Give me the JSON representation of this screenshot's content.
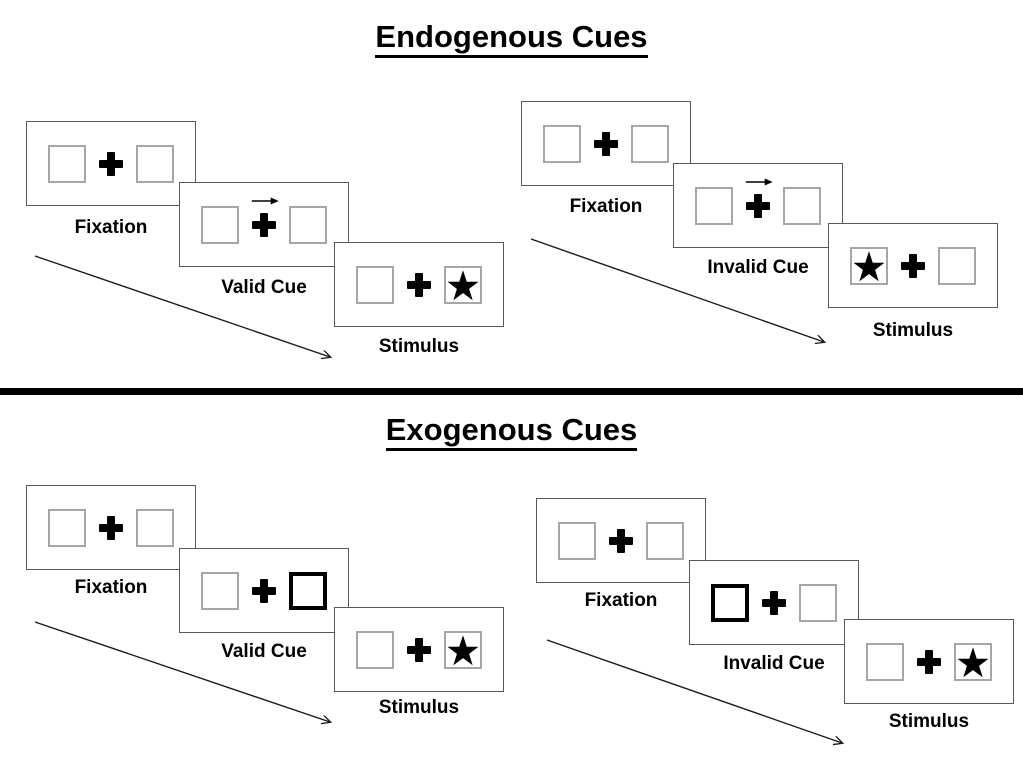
{
  "sections": [
    {
      "title": "Endogenous Cues",
      "groups": [
        {
          "cue_validity": "valid",
          "cue_symbol": "central-arrow-right",
          "star_position": "right",
          "panels": [
            {
              "label": "Fixation",
              "left_box": "empty",
              "right_box": "empty"
            },
            {
              "label": "Valid Cue",
              "left_box": "empty",
              "right_box": "empty",
              "cue": "arrow-right-above-fixation-cross"
            },
            {
              "label": "Stimulus",
              "left_box": "empty",
              "right_box": "star"
            }
          ]
        },
        {
          "cue_validity": "invalid",
          "cue_symbol": "central-arrow-right",
          "star_position": "left",
          "panels": [
            {
              "label": "Fixation",
              "left_box": "empty",
              "right_box": "empty"
            },
            {
              "label": "Invalid Cue",
              "left_box": "empty",
              "right_box": "empty",
              "cue": "arrow-right-above-fixation-cross"
            },
            {
              "label": "Stimulus",
              "left_box": "star",
              "right_box": "empty"
            }
          ]
        }
      ]
    },
    {
      "title": "Exogenous Cues",
      "groups": [
        {
          "cue_validity": "valid",
          "cue_symbol": "bold-box-right",
          "star_position": "right",
          "panels": [
            {
              "label": "Fixation",
              "left_box": "empty",
              "right_box": "empty"
            },
            {
              "label": "Valid Cue",
              "left_box": "empty",
              "right_box": "bold-outline"
            },
            {
              "label": "Stimulus",
              "left_box": "empty",
              "right_box": "star"
            }
          ]
        },
        {
          "cue_validity": "invalid",
          "cue_symbol": "bold-box-left",
          "star_position": "right",
          "panels": [
            {
              "label": "Fixation",
              "left_box": "empty",
              "right_box": "empty"
            },
            {
              "label": "Invalid Cue",
              "left_box": "bold-outline",
              "right_box": "empty"
            },
            {
              "label": "Stimulus",
              "left_box": "empty",
              "right_box": "star"
            }
          ]
        }
      ]
    }
  ],
  "glyphs": {
    "star": "★",
    "fixation_cross": "+",
    "cue_arrow": "→"
  },
  "colors": {
    "ink": "#000000",
    "panel_border": "#595959",
    "box_border": "#a6a6a6",
    "background": "#ffffff"
  }
}
